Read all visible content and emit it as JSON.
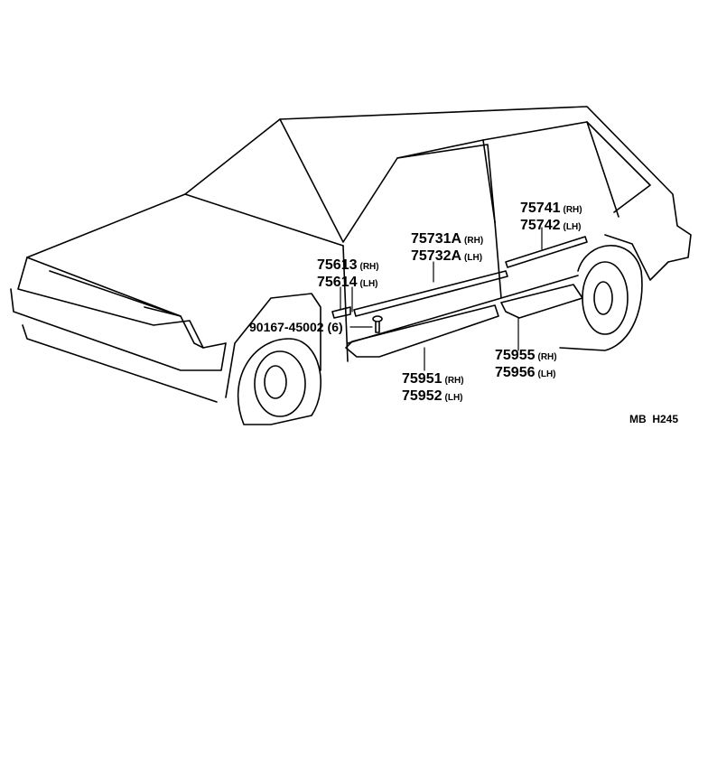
{
  "diagram_code": "MB  H245",
  "parts": [
    {
      "lines": [
        {
          "number": "75741",
          "side": "(RH)"
        },
        {
          "number": "75742",
          "side": "(LH)"
        }
      ]
    },
    {
      "lines": [
        {
          "number": "75731A",
          "side": "(RH)"
        },
        {
          "number": "75732A",
          "side": "(LH)"
        }
      ]
    },
    {
      "lines": [
        {
          "number": "75613",
          "side": "(RH)"
        },
        {
          "number": "75614",
          "side": "(LH)"
        }
      ]
    },
    {
      "lines": [
        {
          "number": "90167-45002",
          "side": "(6)"
        }
      ]
    },
    {
      "lines": [
        {
          "number": "75955",
          "side": "(RH)"
        },
        {
          "number": "75956",
          "side": "(LH)"
        }
      ]
    },
    {
      "lines": [
        {
          "number": "75951",
          "side": "(RH)"
        },
        {
          "number": "75952",
          "side": "(LH)"
        }
      ]
    }
  ]
}
